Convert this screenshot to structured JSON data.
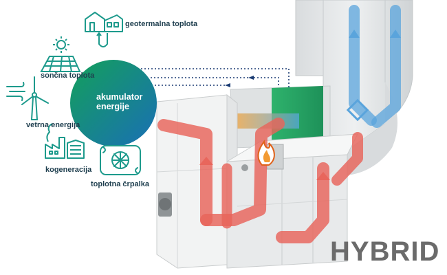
{
  "sources": {
    "geothermal": "geotermalna toplota",
    "solar": "sončna toplota",
    "wind": "vetrna energija",
    "cogeneration": "kogeneracija",
    "heat_pump": "toplotna črpalka"
  },
  "accumulator": {
    "line1": "akumulator",
    "line2": "energije"
  },
  "brand": "HYBRID",
  "colors": {
    "accent_green": "#13a05a",
    "accent_blue": "#1a6fb6",
    "icon_teal": "#1d9a8c",
    "hot_air": "#e8645a",
    "cold_air": "#5aa4dc",
    "unit_gray": "#e3e5e6"
  }
}
